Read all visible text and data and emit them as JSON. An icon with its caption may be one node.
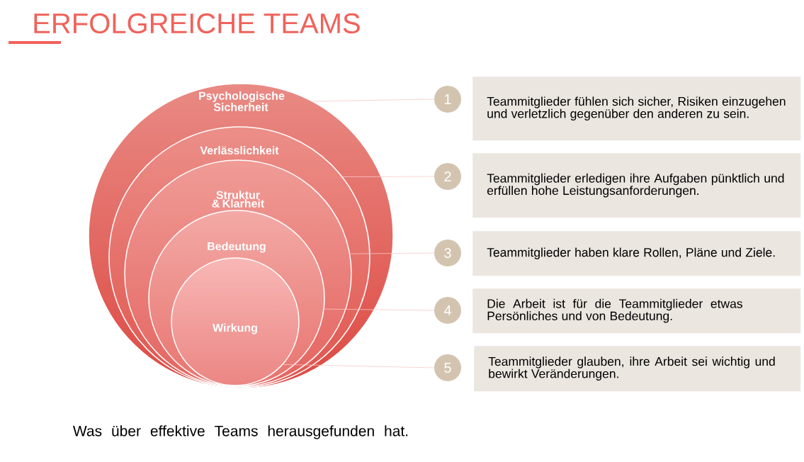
{
  "diagram": {
    "title": "ERFOLGREICHE TEAMS",
    "caption": "Was über effektive Teams herausgefunden hat.",
    "nodes": [
      {
        "text": [
          "Psychologische Sicherheit"
        ]
      },
      {
        "text": [
          "Verlässlichkeit"
        ],
        "in": 0
      },
      {
        "text": [
          "Struktur & Klarheit"
        ],
        "in": 1
      },
      {
        "text": [
          "Bedeutung"
        ],
        "in": 2
      },
      {
        "text": [
          "Wirkung"
        ],
        "in": 3
      },
      {
        "text": [
          "1"
        ]
      },
      {
        "text": [
          "2"
        ]
      },
      {
        "text": [
          "3"
        ]
      },
      {
        "text": [
          "4"
        ]
      },
      {
        "text": [
          "5"
        ]
      },
      {
        "text": [
          "Teammitglieder fühlen sich sicher, Risiken einzugehen und verletzlich gegenüber den anderen zu sein."
        ]
      },
      {
        "text": [
          "Teammitglieder erledigen ihre Aufgaben pünktlich und erfüllen hohe Leistungsanforderungen."
        ]
      },
      {
        "text": [
          "Teammitglieder haben klare Rollen, Pläne und Ziele."
        ]
      },
      {
        "text": [
          "Die Arbeit ist für die Teammitglieder etwas Persönliches und von Bedeutung."
        ]
      },
      {
        "text": [
          "Teammitglieder glauben, ihre Arbeit sei wichtig und bewirkt Veränderungen."
        ]
      }
    ],
    "edges": [
      {
        "from": 0,
        "to": 5,
        "arrow": "none"
      },
      {
        "from": 1,
        "to": 6,
        "arrow": "none"
      },
      {
        "from": 2,
        "to": 7,
        "arrow": "none"
      },
      {
        "from": 3,
        "to": 8,
        "arrow": "none"
      },
      {
        "from": 4,
        "to": 9,
        "arrow": "none"
      }
    ]
  }
}
